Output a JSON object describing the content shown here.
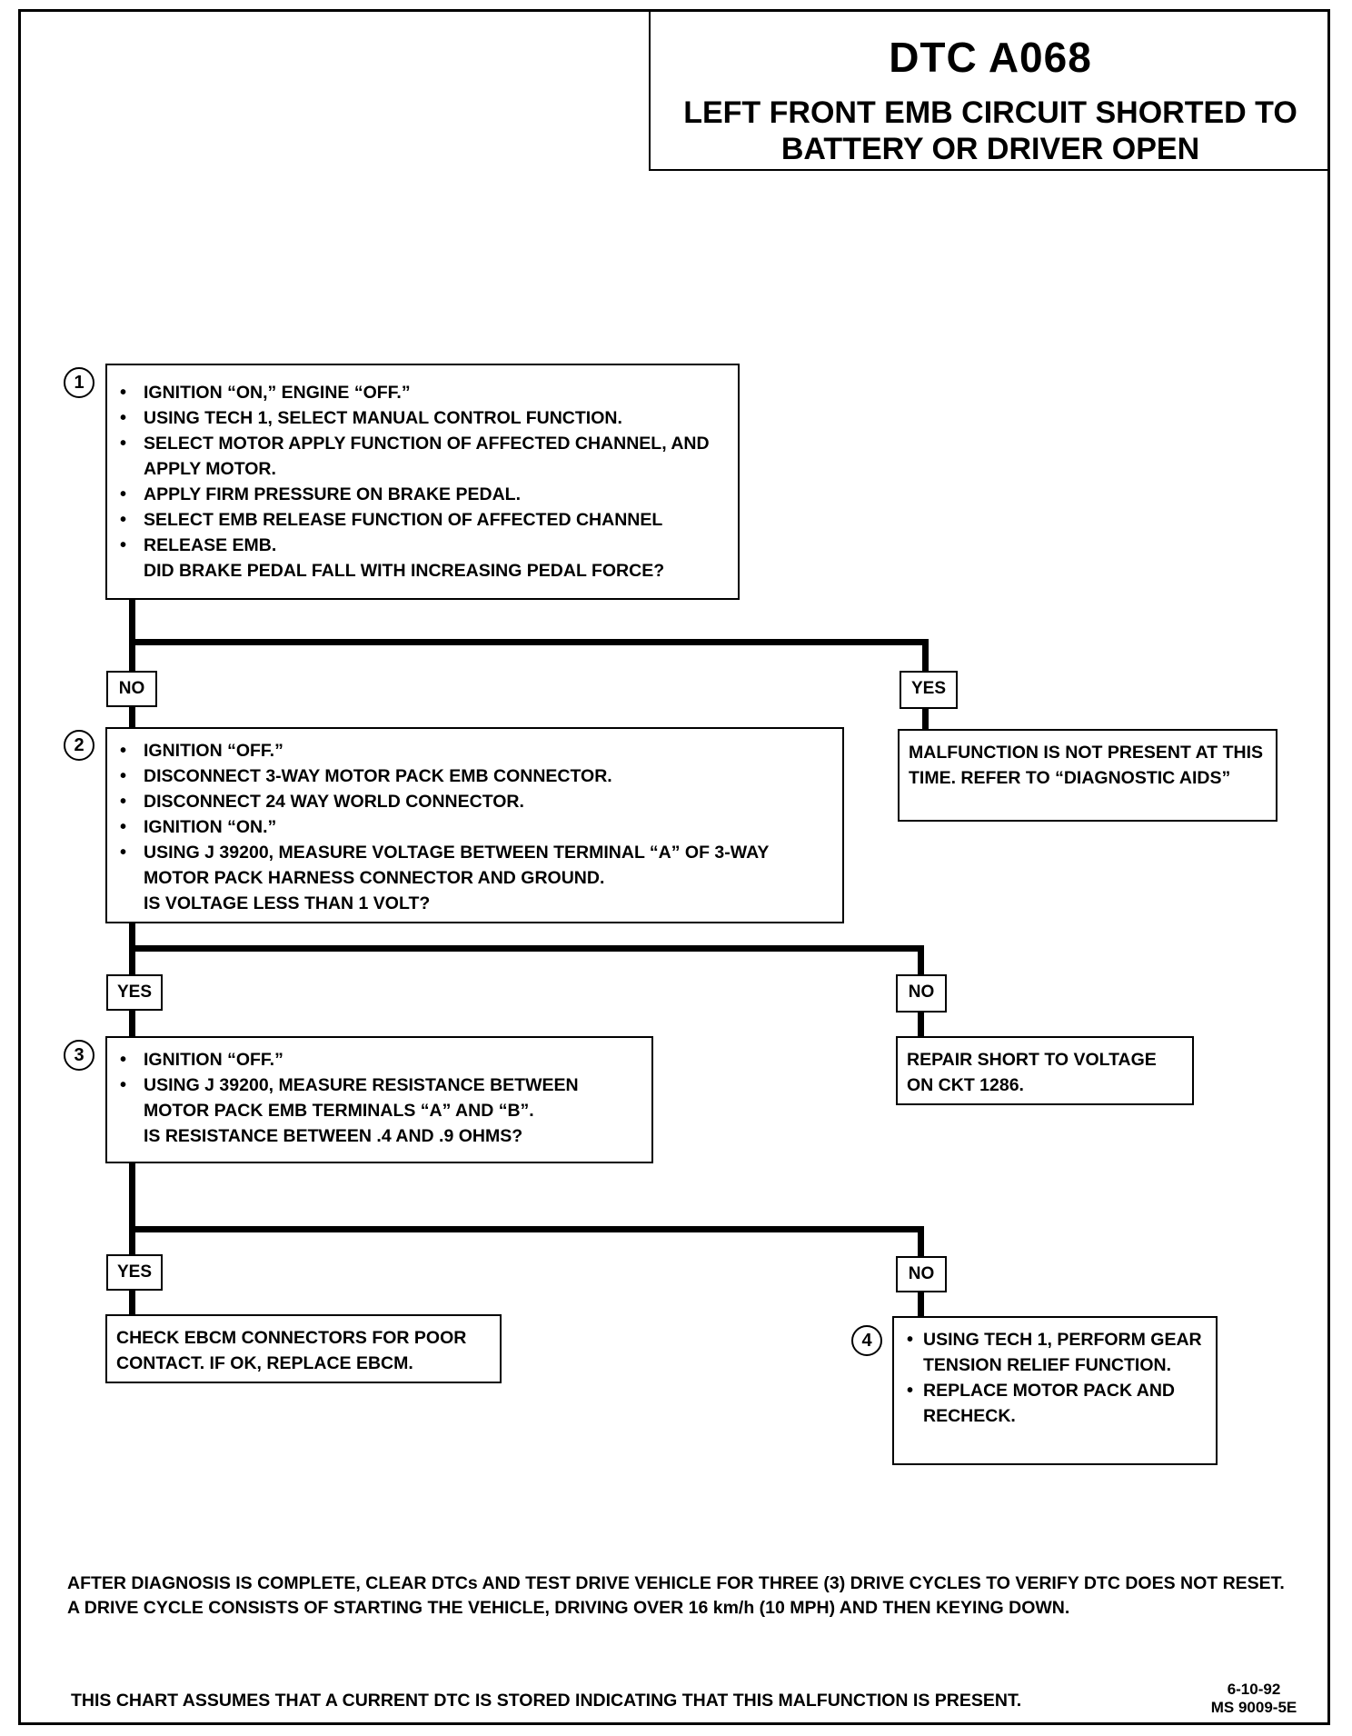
{
  "header": {
    "code": "DTC A068",
    "title_line1": "LEFT FRONT EMB CIRCUIT SHORTED TO",
    "title_line2": "BATTERY OR DRIVER OPEN"
  },
  "step1": {
    "number": "1",
    "bullets": [
      "IGNITION “ON,” ENGINE “OFF.”",
      "USING TECH 1, SELECT MANUAL CONTROL FUNCTION.",
      "SELECT MOTOR APPLY FUNCTION OF AFFECTED CHANNEL, AND APPLY MOTOR.",
      "APPLY FIRM PRESSURE ON BRAKE PEDAL.",
      "SELECT EMB RELEASE FUNCTION OF AFFECTED CHANNEL",
      "RELEASE EMB."
    ],
    "question": "DID BRAKE PEDAL FALL WITH INCREASING PEDAL FORCE?"
  },
  "step1_no": "NO",
  "step1_yes": "YES",
  "step1_yes_result": "MALFUNCTION IS NOT PRESENT AT THIS TIME.  REFER TO “DIAGNOSTIC AIDS”",
  "step2": {
    "number": "2",
    "bullets": [
      "IGNITION “OFF.”",
      "DISCONNECT 3-WAY MOTOR PACK EMB CONNECTOR.",
      "DISCONNECT 24 WAY WORLD CONNECTOR.",
      "IGNITION “ON.”",
      "USING J 39200, MEASURE VOLTAGE BETWEEN TERMINAL “A” OF 3-WAY MOTOR PACK HARNESS CONNECTOR  AND GROUND."
    ],
    "question": "IS VOLTAGE LESS THAN 1 VOLT?"
  },
  "step2_yes": "YES",
  "step2_no": "NO",
  "step2_no_result": "REPAIR SHORT TO VOLTAGE ON CKT 1286.",
  "step3": {
    "number": "3",
    "bullets": [
      "IGNITION  “OFF.”",
      "USING J 39200, MEASURE RESISTANCE BETWEEN MOTOR PACK EMB TERMINALS “A” AND “B”."
    ],
    "question": "IS RESISTANCE BETWEEN .4 AND .9 OHMS?"
  },
  "step3_yes": "YES",
  "step3_no": "NO",
  "step3_yes_result": "CHECK EBCM CONNECTORS FOR POOR CONTACT.  IF OK, REPLACE EBCM.",
  "step4": {
    "number": "4",
    "bullets": [
      "USING TECH 1, PERFORM GEAR TENSION RELIEF FUNCTION.",
      "REPLACE MOTOR PACK AND RECHECK."
    ]
  },
  "footer": {
    "note": "AFTER DIAGNOSIS IS COMPLETE, CLEAR DTCs AND TEST DRIVE VEHICLE FOR THREE (3) DRIVE CYCLES TO VERIFY DTC DOES NOT RESET.  A DRIVE CYCLE CONSISTS OF STARTING THE VEHICLE, DRIVING OVER 16 km/h (10 MPH) AND THEN KEYING DOWN.",
    "assumption": "THIS CHART ASSUMES THAT A CURRENT DTC IS STORED INDICATING THAT THIS MALFUNCTION IS PRESENT.",
    "date": "6-10-92",
    "doc_code": "MS 9009-5E"
  }
}
